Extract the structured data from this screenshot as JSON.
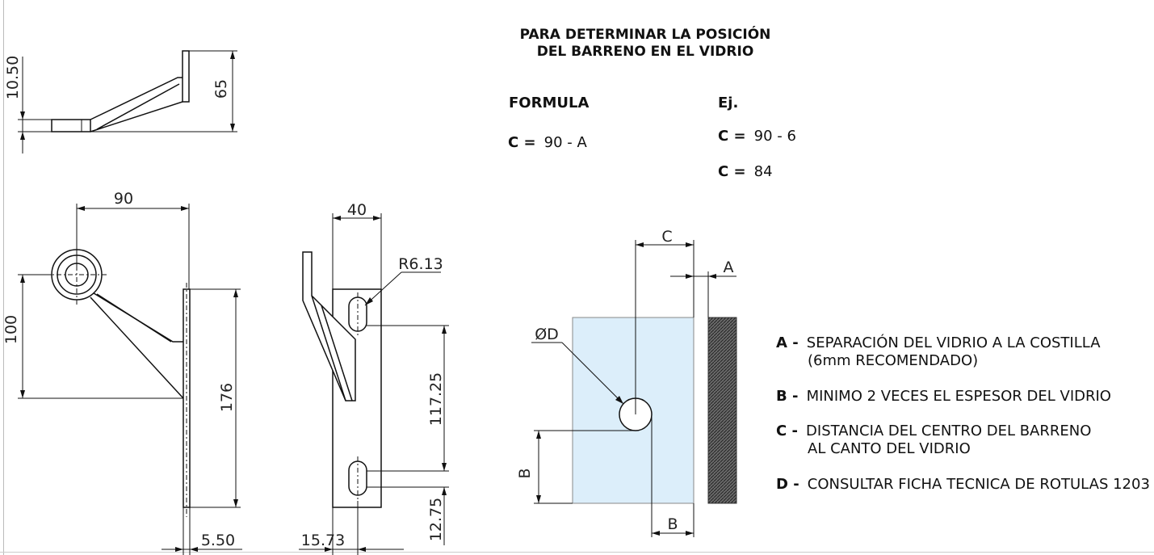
{
  "title": {
    "line1": "PARA DETERMINAR LA POSICIÓN",
    "line2": "DEL BARRENO EN EL VIDRIO"
  },
  "formula": {
    "heading": "FORMULA",
    "lhs": "C =",
    "rhs": "90 - A"
  },
  "example": {
    "heading": "Ej.",
    "line1_lhs": "C =",
    "line1_rhs": "90 - 6",
    "line2_lhs": "C =",
    "line2_rhs": "84"
  },
  "top_view": {
    "dim_height": "10.50",
    "dim_overall": "65"
  },
  "front_view": {
    "dim_width": "90",
    "dim_left": "100",
    "dim_right": "176",
    "dim_bottom": "5.50"
  },
  "side_view": {
    "dim_width": "40",
    "dim_radius": "R6.13",
    "dim_slots": "117.25",
    "dim_bottom_slot": "12.75",
    "dim_bottom_left": "15.73"
  },
  "glass_diagram": {
    "label_c": "C",
    "label_a": "A",
    "label_d": "ØD",
    "label_b_left": "B",
    "label_b_bottom": "B",
    "glass_color": "#dceefa",
    "rib_color": "#555555"
  },
  "legend": [
    {
      "key": "A -",
      "lines": [
        "SEPARACIÓN DEL VIDRIO A LA COSTILLA",
        "(6mm RECOMENDADO)"
      ]
    },
    {
      "key": "B -",
      "lines": [
        "MINIMO 2 VECES EL ESPESOR DEL VIDRIO"
      ]
    },
    {
      "key": "C -",
      "lines": [
        "DISTANCIA DEL CENTRO DEL BARRENO",
        "AL CANTO DEL VIDRIO"
      ]
    },
    {
      "key": "D -",
      "lines": [
        "CONSULTAR FICHA TECNICA DE ROTULAS 1203"
      ]
    }
  ]
}
